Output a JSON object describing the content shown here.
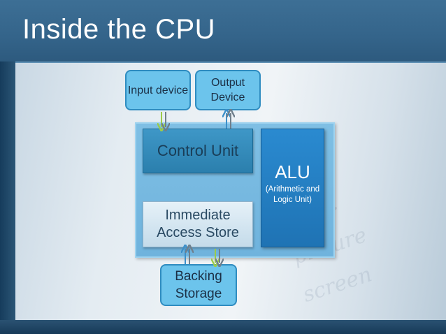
{
  "slide": {
    "title": "Inside the CPU"
  },
  "diagram": {
    "input_device": "Input device",
    "output_device": "Output Device",
    "control_unit": "Control Unit",
    "immediate_access_store": "Immediate Access Store",
    "alu_label": "ALU",
    "alu_detail": "(Arithmetic and Logic Unit)",
    "backing_storage": "Backing Storage"
  },
  "colors": {
    "title_bar": "#34648a",
    "io_box": "#6cc4ec",
    "control_unit": "#2b7fad",
    "alu": "#2a8ad0",
    "arrow_green": "#9ccc4a",
    "arrow_blue": "#3c8fc9",
    "arrow_gray": "#6f7f8c"
  }
}
